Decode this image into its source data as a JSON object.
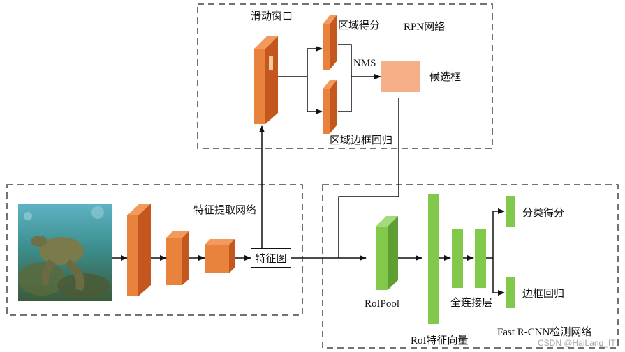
{
  "rpn": {
    "sliding_window": "滑动窗口",
    "region_score": "区域得分",
    "title": "RPN网络",
    "nms": "NMS",
    "candidate_box": "候选框",
    "bbox_regression": "区域边框回归"
  },
  "backbone": {
    "title": "特征提取网络",
    "feature_map": "特征图"
  },
  "detector": {
    "roi_pool": "RoIPool",
    "roi_feature_vector": "RoI特征向量",
    "fc_layers": "全连接层",
    "cls_score": "分类得分",
    "bbox_regression": "边框回归",
    "title": "Fast R-CNN检测网络"
  },
  "image": {
    "subject": "sea turtle underwater photo"
  },
  "watermark": "CSDN @HaiLang_IT",
  "colors": {
    "orange_front": "#E8823D",
    "orange_side": "#C4571E",
    "candidate": "#F5B08A",
    "green_front": "#82C84B",
    "green_side": "#5E9E32",
    "dash": "#444444"
  }
}
